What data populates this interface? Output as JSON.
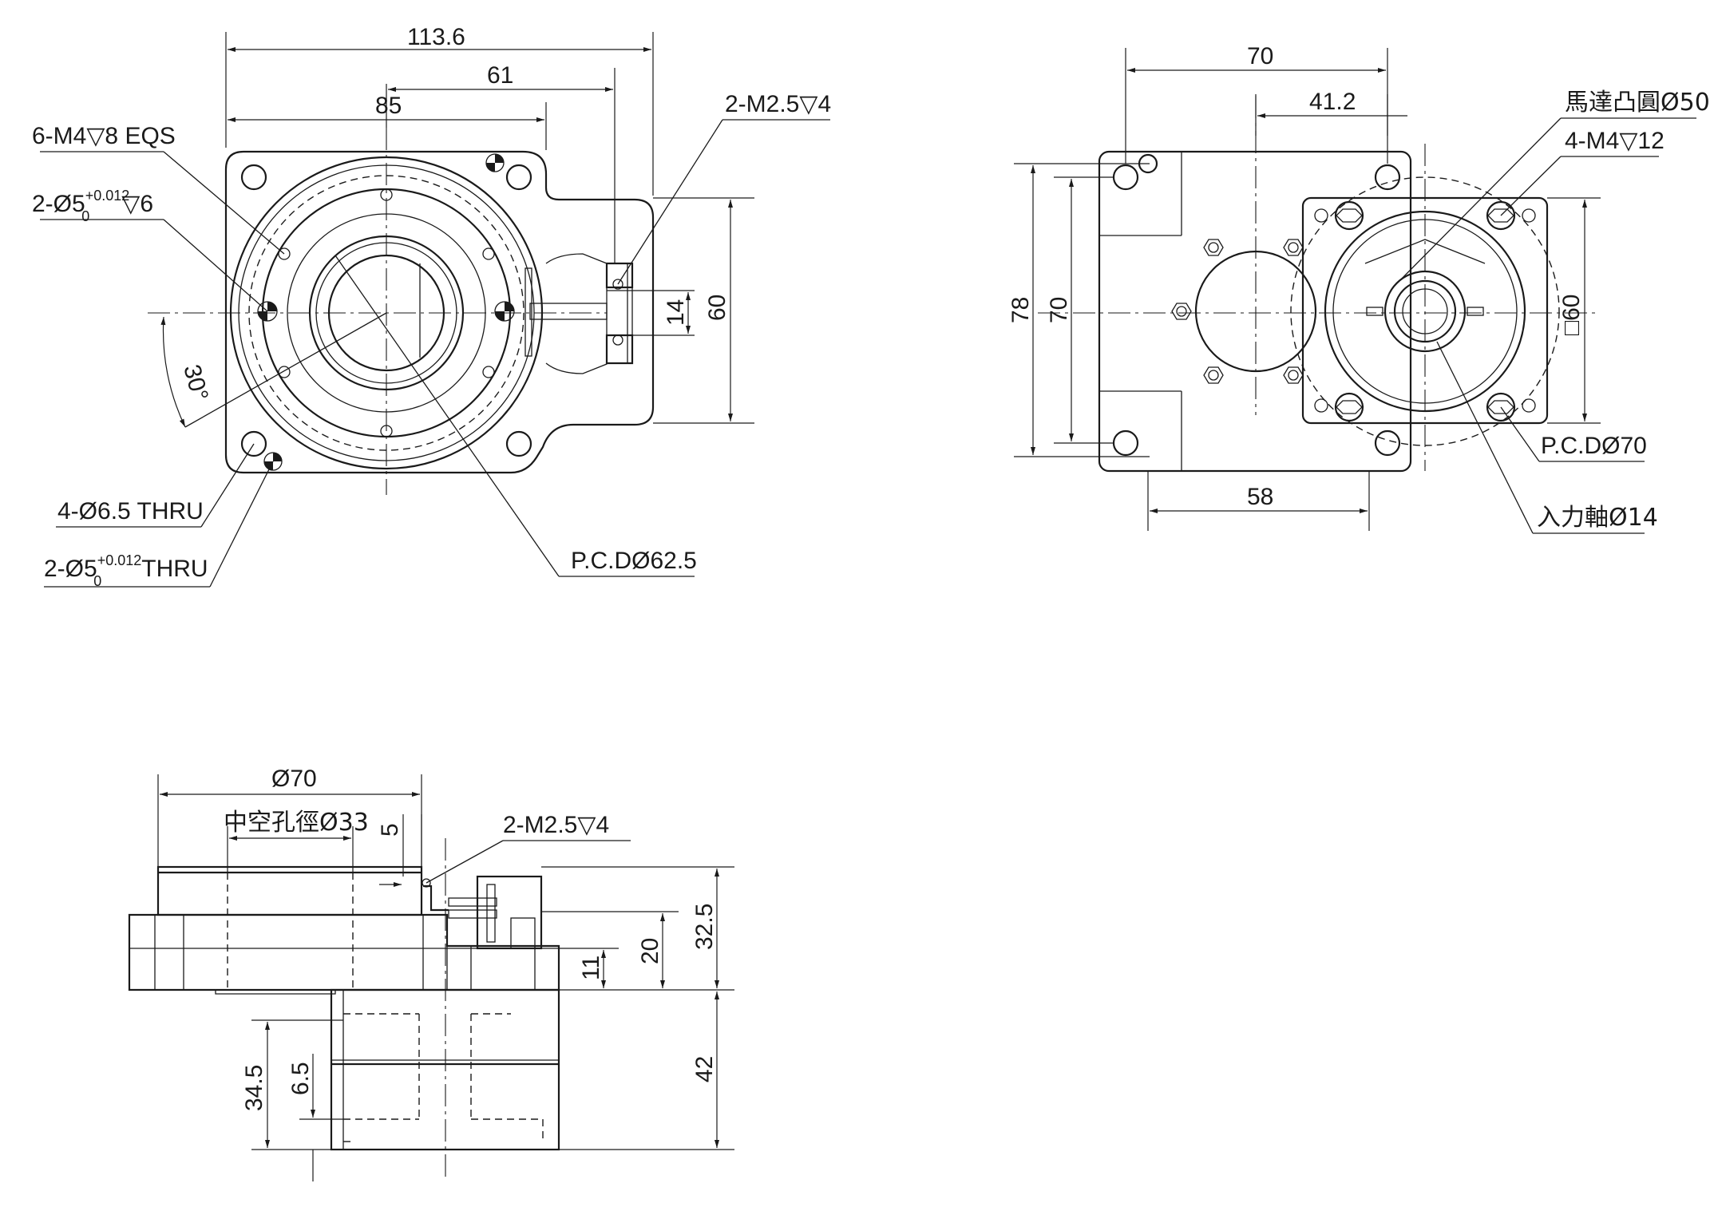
{
  "views": {
    "top": {
      "dims": {
        "overall_width": "113.6",
        "offset_61": "61",
        "offset_85": "85",
        "height_60": "60",
        "height_14": "14",
        "angle": "30°"
      },
      "callouts": {
        "tapped_holes": "6-M4▽8 EQS",
        "dowel_top_main": "2-Ø5",
        "dowel_top_sup": "+0.012",
        "dowel_top_sub": "0",
        "dowel_top_tail": "▽6",
        "sensor_screw": "2-M2.5▽4",
        "thru_holes": "4-Ø6.5 THRU",
        "dowel_thru_main": "2-Ø5",
        "dowel_thru_sup": "+0.012",
        "dowel_thru_sub": "0",
        "dowel_thru_tail": "THRU",
        "pcd": "P.C.DØ62.5"
      }
    },
    "side": {
      "dims": {
        "width_70": "70",
        "width_41_2": "41.2",
        "width_58": "58",
        "height_78": "78",
        "height_70": "70",
        "square_60": "□60"
      },
      "callouts": {
        "motor_boss": "馬達凸圓Ø50",
        "motor_screws": "4-M4▽12",
        "pcd": "P.C.DØ70",
        "input_shaft": "入力軸Ø14"
      }
    },
    "front": {
      "dims": {
        "outer_dia": "Ø70",
        "hollow_bore": "中空孔徑Ø33",
        "dim_5": "5",
        "dim_32_5": "32.5",
        "dim_20": "20",
        "dim_11": "11",
        "dim_42": "42",
        "dim_34_5": "34.5",
        "dim_6_5": "6.5"
      },
      "callouts": {
        "sensor_screw": "2-M2.5▽4"
      }
    }
  }
}
